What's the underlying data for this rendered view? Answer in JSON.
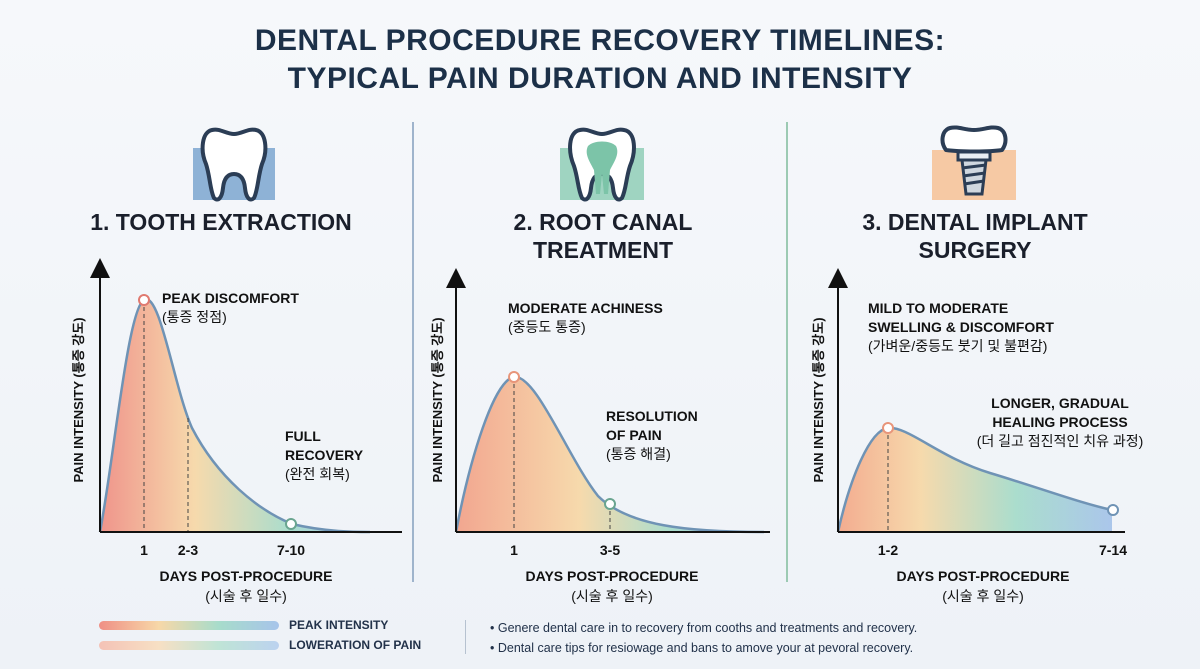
{
  "title_line1": "DENTAL PROCEDURE RECOVERY TIMELINES:",
  "title_line2": "TYPICAL PAIN DURATION AND INTENSITY",
  "colors": {
    "peak": "#ef8f85",
    "mid": "#f7d8a8",
    "low": "#a7dccb",
    "end": "#a7c4ea",
    "curve": "#6f93b5",
    "panel1_icon_bg": "#8eb2d6",
    "panel2_icon_bg": "#9fd4c1",
    "panel3_icon_bg": "#f6c9a4"
  },
  "panels": [
    {
      "icon": "tooth-icon",
      "heading_line1": "1. TOOTH EXTRACTION",
      "heading_line2": "",
      "ylabel": "PAIN INTENSITY (통증 강도)",
      "xlabel_line1": "DAYS POST-PROCEDURE",
      "xlabel_line2": "(시술 후 일수)",
      "ticks": [
        "1",
        "2-3",
        "7-10"
      ],
      "annotations": [
        {
          "lines": [
            "PEAK DISCOMFORT",
            "(통증 정점)"
          ]
        },
        {
          "lines": [
            "FULL",
            "RECOVERY",
            "(완전 회복)"
          ]
        }
      ]
    },
    {
      "icon": "root-canal-tooth-icon",
      "heading_line1": "2. ROOT CANAL",
      "heading_line2": "TREATMENT",
      "ylabel": "PAIN INTENSITY (통증 강도)",
      "xlabel_line1": "DAYS POST-PROCEDURE",
      "xlabel_line2": "(시술 후 일수)",
      "ticks": [
        "1",
        "3-5"
      ],
      "annotations": [
        {
          "lines": [
            "MODERATE ACHINESS",
            "(중등도 통증)"
          ]
        },
        {
          "lines": [
            "RESOLUTION",
            "OF PAIN",
            "(통증 해결)"
          ]
        }
      ]
    },
    {
      "icon": "dental-implant-icon",
      "heading_line1": "3. DENTAL IMPLANT",
      "heading_line2": "SURGERY",
      "ylabel": "PAIN INTENSITY (통증 강도)",
      "xlabel_line1": "DAYS POST-PROCEDURE",
      "xlabel_line2": "(시술 후 일수)",
      "ticks": [
        "1-2",
        "7-14"
      ],
      "annotations": [
        {
          "lines": [
            "MILD TO MODERATE",
            "SWELLING & DISCOMFORT",
            "(가벼운/중등도 붓기 및 불편감)"
          ]
        },
        {
          "lines": [
            "LONGER, GRADUAL",
            "HEALING PROCESS",
            "(더 길고 점진적인 치유 과정)"
          ]
        }
      ]
    }
  ],
  "legend": [
    {
      "label": "PEAK INTENSITY"
    },
    {
      "label": "LOWERATION OF PAIN"
    }
  ],
  "notes": [
    "• Genere dental care in to recovery from cooths and treatments and recovery.",
    "• Dental care tips for resiowage and bans to amove your at pevoral recovery."
  ],
  "chart_data": [
    {
      "type": "area",
      "title": "1. TOOTH EXTRACTION",
      "xlabel": "DAYS POST-PROCEDURE (시술 후 일수)",
      "ylabel": "PAIN INTENSITY (통증 강도)",
      "categories": [
        "1",
        "2-3",
        "7-10"
      ],
      "points": [
        {
          "x": 0,
          "y": 0
        },
        {
          "x": 1,
          "y": 1.0,
          "label": "PEAK DISCOMFORT"
        },
        {
          "x": 2.5,
          "y": 0.38
        },
        {
          "x": 8.5,
          "y": 0.04,
          "label": "FULL RECOVERY"
        },
        {
          "x": 11.5,
          "y": 0.0
        }
      ],
      "ylim": [
        0,
        1.15
      ],
      "xlim": [
        0,
        11.5
      ]
    },
    {
      "type": "area",
      "title": "2. ROOT CANAL TREATMENT",
      "xlabel": "DAYS POST-PROCEDURE (시술 후 일수)",
      "ylabel": "PAIN INTENSITY (통증 강도)",
      "categories": [
        "1",
        "3-5"
      ],
      "points": [
        {
          "x": 0,
          "y": 0
        },
        {
          "x": 1,
          "y": 0.65,
          "label": "MODERATE ACHINESS"
        },
        {
          "x": 4,
          "y": 0.12,
          "label": "RESOLUTION OF PAIN"
        },
        {
          "x": 8.3,
          "y": 0.0
        }
      ],
      "ylim": [
        0,
        1.0
      ],
      "xlim": [
        0,
        8.3
      ]
    },
    {
      "type": "area",
      "title": "3. DENTAL IMPLANT SURGERY",
      "xlabel": "DAYS POST-PROCEDURE (시술 후 일수)",
      "ylabel": "PAIN INTENSITY (통증 강도)",
      "categories": [
        "1-2",
        "7-14"
      ],
      "points": [
        {
          "x": 0,
          "y": 0
        },
        {
          "x": 1.5,
          "y": 0.48,
          "label": "MILD TO MODERATE SWELLING & DISCOMFORT"
        },
        {
          "x": 10.5,
          "y": 0.08,
          "label": "LONGER, GRADUAL HEALING PROCESS"
        }
      ],
      "ylim": [
        0,
        1.1
      ],
      "xlim": [
        0,
        10.6
      ]
    }
  ]
}
